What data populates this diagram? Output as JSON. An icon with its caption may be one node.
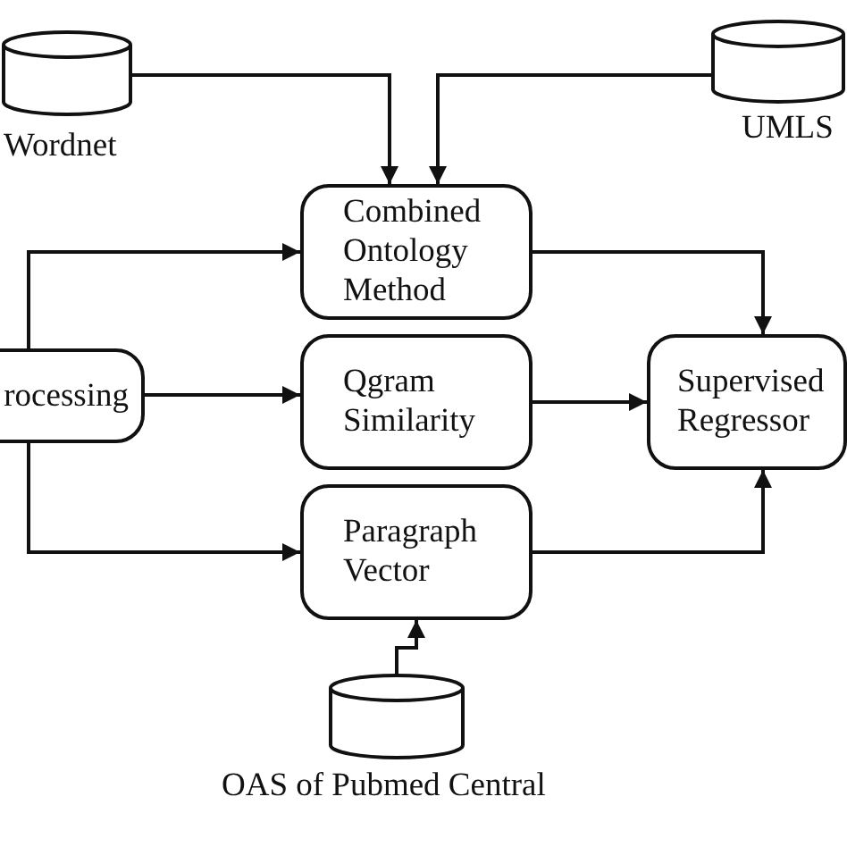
{
  "diagram": {
    "nodes": [
      {
        "text": [
          "Wordnet"
        ]
      },
      {
        "text": [
          "UMLS"
        ]
      },
      {
        "text": [
          "Combined Ontology Method"
        ]
      },
      {
        "text": [
          "rocessing"
        ]
      },
      {
        "text": [
          "Qgram Similarity"
        ]
      },
      {
        "text": [
          "Supervised Regressor"
        ]
      },
      {
        "text": [
          "Paragraph Vector"
        ]
      },
      {
        "text": [
          "OAS of Pubmed Central"
        ]
      }
    ],
    "edges": [
      {
        "from": 0,
        "to": 2,
        "arrow": "to"
      },
      {
        "from": 1,
        "to": 2,
        "arrow": "to"
      },
      {
        "from": 3,
        "to": 2,
        "arrow": "to"
      },
      {
        "from": 3,
        "to": 4,
        "arrow": "to"
      },
      {
        "from": 3,
        "to": 6,
        "arrow": "to"
      },
      {
        "from": 2,
        "to": 5,
        "arrow": "to"
      },
      {
        "from": 4,
        "to": 5,
        "arrow": "to"
      },
      {
        "from": 6,
        "to": 5,
        "arrow": "to"
      },
      {
        "from": 7,
        "to": 6,
        "arrow": "to"
      }
    ]
  }
}
